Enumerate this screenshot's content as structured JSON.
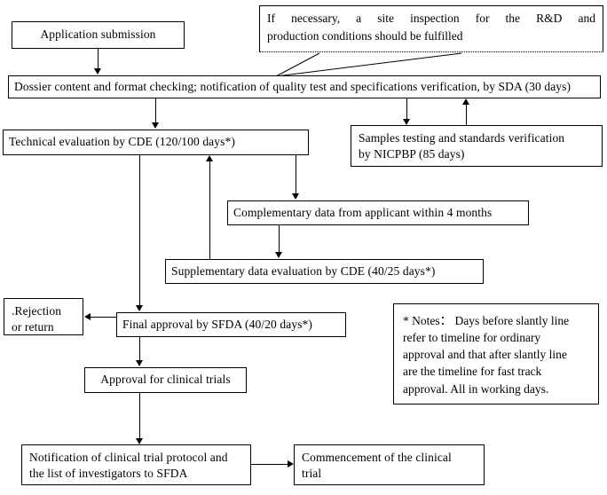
{
  "diagram": {
    "title": "Clinical trial application approval process flowchart",
    "note_top": {
      "line1": "If necessary, a site inspection for the R&D and",
      "line2": "production conditions should be fulfilled"
    },
    "nodes": {
      "application_submission": "Application submission",
      "dossier_checking": "Dossier content and format checking; notification of quality test and specifications verification, by SDA (30 days)",
      "technical_evaluation": "Technical evaluation by CDE    (120/100 days*)",
      "samples_testing_line1": "Samples testing and standards verification",
      "samples_testing_line2": "by NICPBP (85 days)",
      "complementary_data": "Complementary data from applicant within 4 months",
      "supplementary_evaluation": "Supplementary data evaluation by CDE (40/25 days*)",
      "rejection_line1": ".Rejection",
      "rejection_line2": "or return",
      "final_approval": "Final approval by SFDA (40/20 days*)",
      "approval_clinical_trials": "Approval for clinical trials",
      "notification_line1": "Notification of clinical trial protocol and",
      "notification_line2": "the list of investigators to SFDA",
      "commencement_line1": "Commencement of the clinical",
      "commencement_line2": "trial"
    },
    "notes_panel": {
      "line1": "* Notes： Days before slantly line",
      "line2": "refer to timeline for ordinary",
      "line3": "approval and that after slantly line",
      "line4": "are the timeline for fast track",
      "line5": "approval. All in working days."
    },
    "colors": {
      "stroke": "#000000",
      "background": "#ffffff",
      "text": "#000000"
    }
  }
}
